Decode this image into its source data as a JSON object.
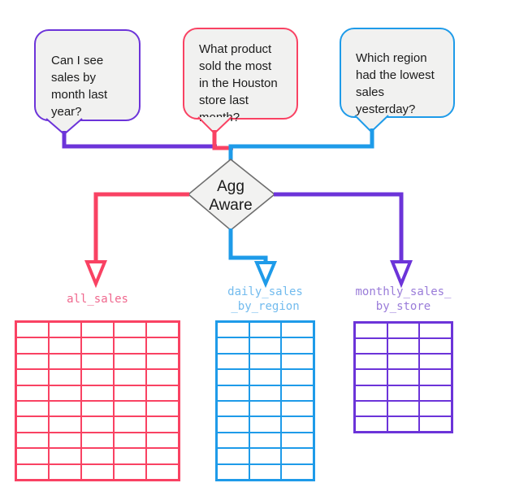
{
  "palette": {
    "purple": "#6C34D9",
    "pink": "#F94263",
    "blue": "#1E9BE9"
  },
  "bubbles": [
    {
      "name": "bubble-1",
      "lines": [
        "Can I see",
        "sales by",
        "month last",
        "year?"
      ],
      "border_color": "#6C34D9",
      "fill": "#F1F1F0"
    },
    {
      "name": "bubble-2",
      "lines": [
        "What product",
        "sold the most",
        "in the Houston",
        "store last",
        "month?"
      ],
      "border_color": "#F94263",
      "fill": "#F1F1F0"
    },
    {
      "name": "bubble-3",
      "lines": [
        "Which region",
        "had the lowest",
        "sales",
        "yesterday?"
      ],
      "border_color": "#1E9BE9",
      "fill": "#F1F1F0"
    }
  ],
  "decision": {
    "lines": [
      "Agg",
      "Aware"
    ],
    "fill": "#F2F2F1",
    "border_color": "#6E6E6E",
    "text_color": "#1B1B1B"
  },
  "tables": [
    {
      "name": "all_sales",
      "label_lines": [
        "all_sales"
      ],
      "columns": 5,
      "rows": 10,
      "line_color": "#F94263",
      "label_color": "#F0688E"
    },
    {
      "name": "daily_sales_by_region",
      "label_lines": [
        "daily_sales",
        "_by_region"
      ],
      "columns": 3,
      "rows": 10,
      "line_color": "#1E9BE9",
      "label_color": "#72BBEE"
    },
    {
      "name": "monthly_sales_by_store",
      "label_lines": [
        "monthly_sales_",
        "by_store"
      ],
      "columns": 3,
      "rows": 7,
      "line_color": "#6C34D9",
      "label_color": "#9A7CD9"
    }
  ]
}
